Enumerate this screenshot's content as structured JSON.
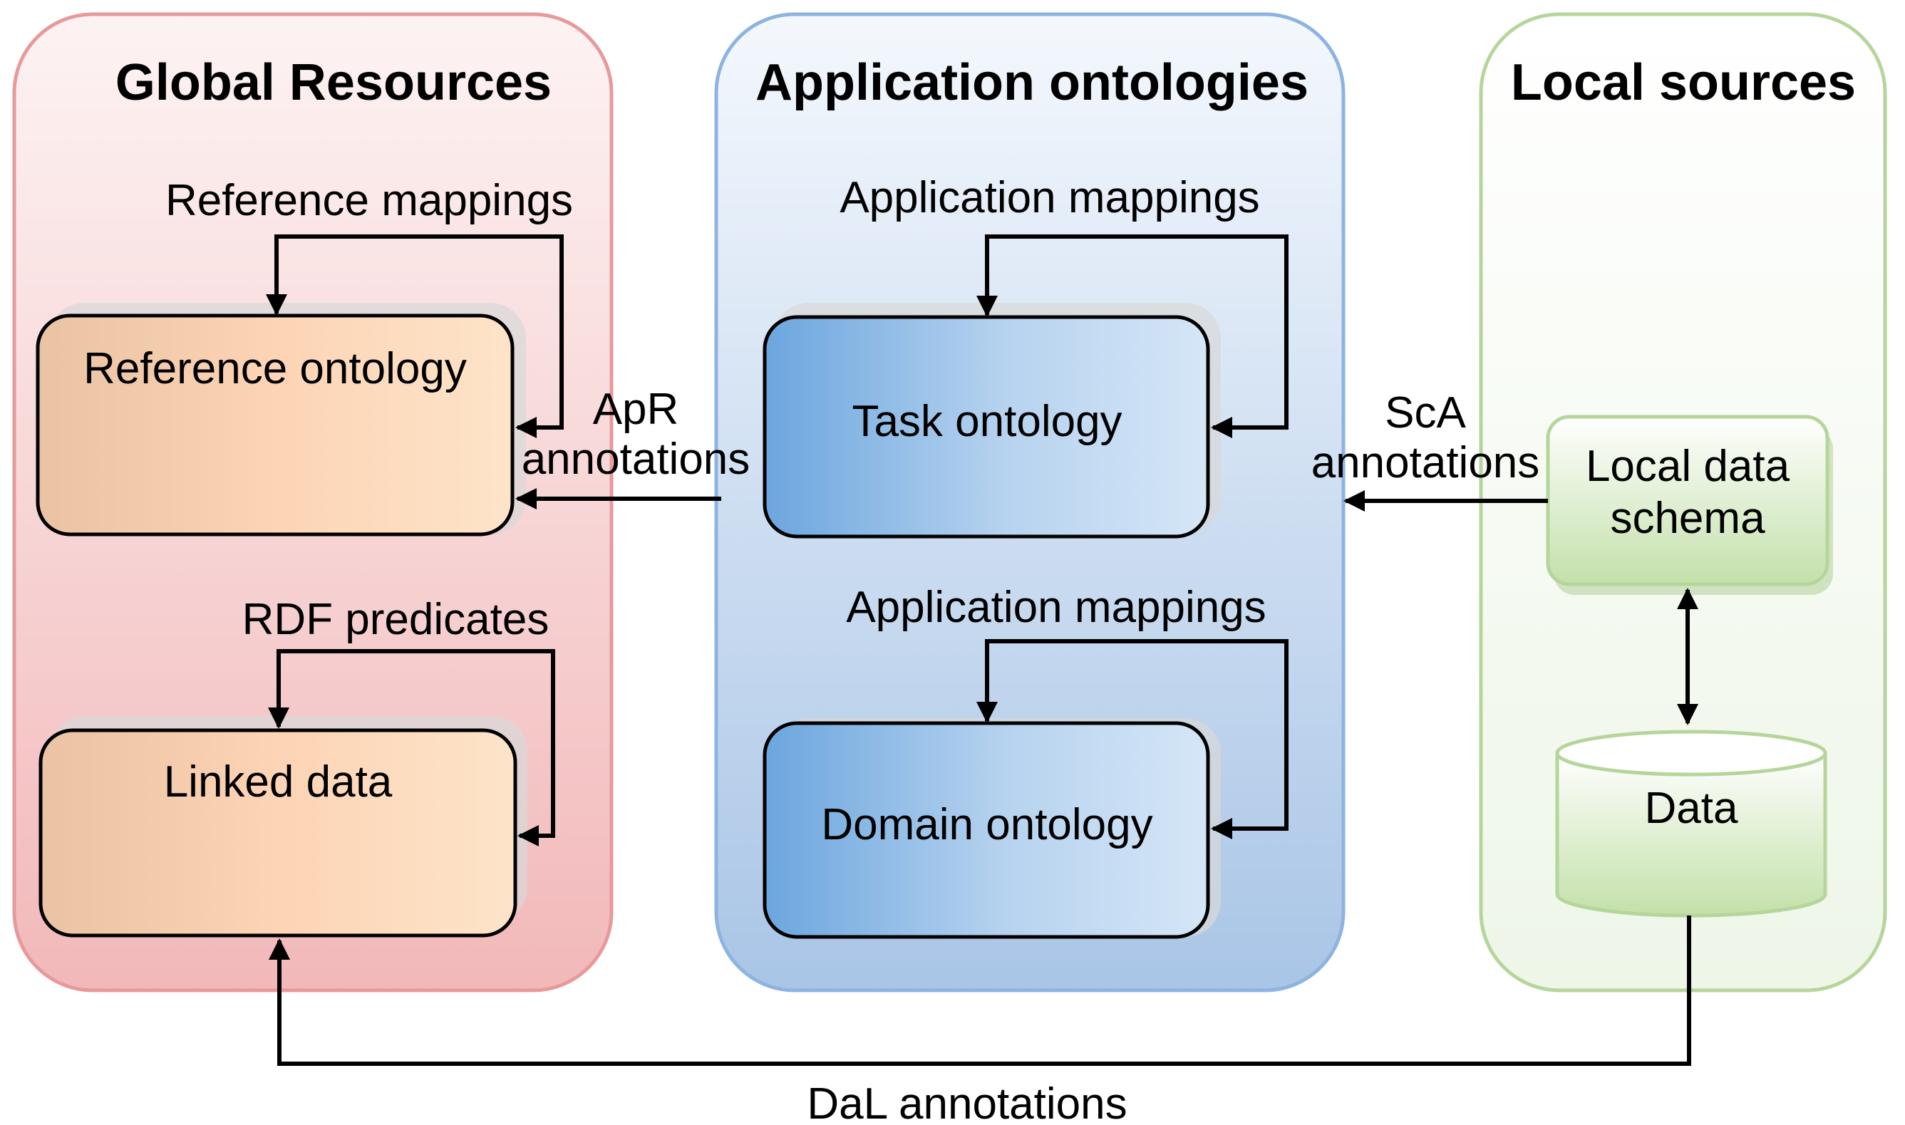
{
  "panels": {
    "global": {
      "title": "Global Resources"
    },
    "application": {
      "title": "Application ontologies"
    },
    "local": {
      "title": "Local sources"
    }
  },
  "nodes": {
    "reference_ontology": "Reference ontology",
    "linked_data": "Linked data",
    "task_ontology": "Task ontology",
    "domain_ontology": "Domain ontology",
    "local_schema": [
      "Local data",
      "schema"
    ],
    "data": "Data"
  },
  "edge_labels": {
    "reference_mappings": "Reference mappings",
    "rdf_predicates": "RDF predicates",
    "application_mappings_top": "Application mappings",
    "application_mappings_bottom": "Application mappings",
    "apr": [
      "ApR",
      "annotations"
    ],
    "sca": [
      "ScA",
      "annotations"
    ],
    "dal": "DaL annotations"
  },
  "colors": {
    "global_border": "#e8999a",
    "application_border": "#8db3e2",
    "local_border": "#b5d69a",
    "orange_node": "#f8d0b0",
    "blue_node": "#6fa8dc",
    "green_node": "#d9ead3"
  }
}
